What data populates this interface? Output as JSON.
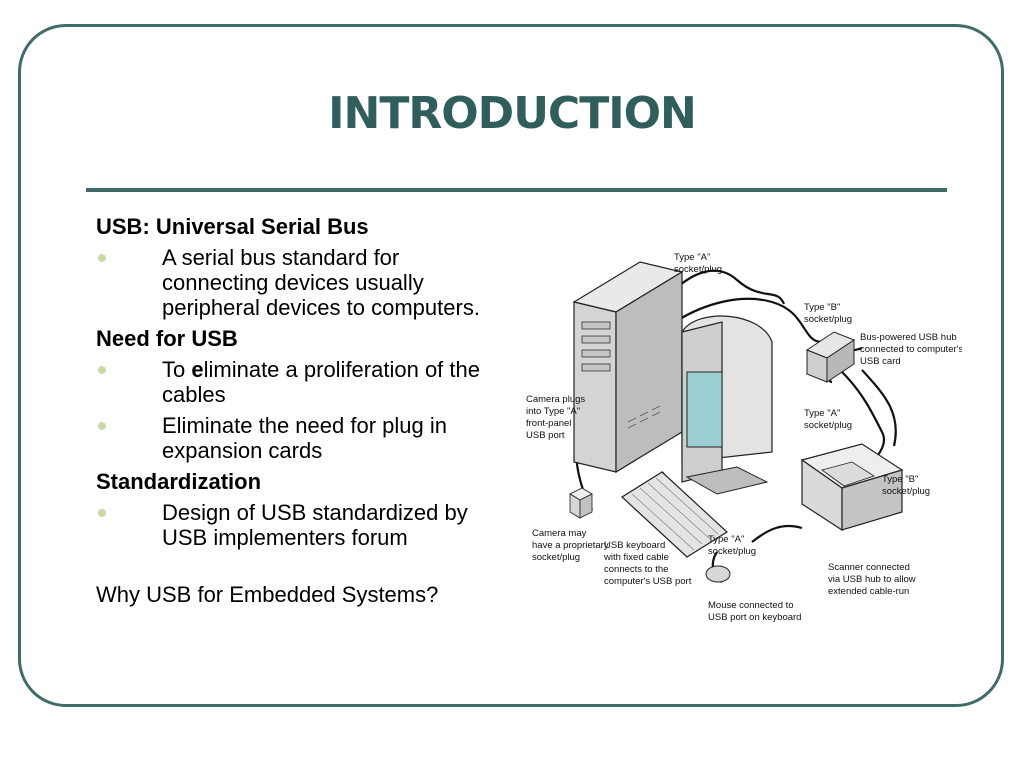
{
  "title": "INTRODUCTION",
  "sections": [
    {
      "heading": "USB: Universal Serial Bus",
      "bullets": [
        "A serial bus standard for connecting devices usually peripheral devices to computers."
      ]
    },
    {
      "heading": "Need for USB",
      "bullets": [
        "To eliminate a proliferation of the cables",
        "Eliminate the need for plug in expansion cards"
      ]
    },
    {
      "heading": "Standardization",
      "bullets": [
        "Design of USB standardized by USB implementers forum"
      ]
    }
  ],
  "bullet_prefix": "To ",
  "bullet_bold_letter": "e",
  "bullet_rest": "liminate a proliferation of the cables",
  "footer_question": "Why USB for Embedded Systems?",
  "diagram_labels": {
    "type_a_top": [
      "Type \"A\"",
      "socket/plug"
    ],
    "type_b_top": [
      "Type \"B\"",
      "socket/plug"
    ],
    "hub": [
      "Bus-powered USB hub",
      "connected to computer's",
      "USB card"
    ],
    "type_a_mid": [
      "Type \"A\"",
      "socket/plug"
    ],
    "camera_plug": [
      "Camera plugs",
      "into Type \"A\"",
      "front-panel",
      "USB port"
    ],
    "type_b_scanner": [
      "Type \"B\"",
      "socket/plug"
    ],
    "camera_proprietary": [
      "Camera may",
      "have a proprietary",
      "socket/plug"
    ],
    "keyboard": [
      "USB keyboard",
      "with fixed cable",
      "connects to the",
      "computer's USB port"
    ],
    "type_a_kbd": [
      "Type \"A\"",
      "socket/plug"
    ],
    "scanner": [
      "Scanner connected",
      "via USB hub to allow",
      "extended cable-run"
    ],
    "mouse": [
      "Mouse connected to",
      "USB port on keyboard"
    ]
  },
  "colors": {
    "accent": "#2f5e5c",
    "frame": "#3f6b69",
    "bullet": "#c9d9a4",
    "screen": "#9ccfd4"
  }
}
